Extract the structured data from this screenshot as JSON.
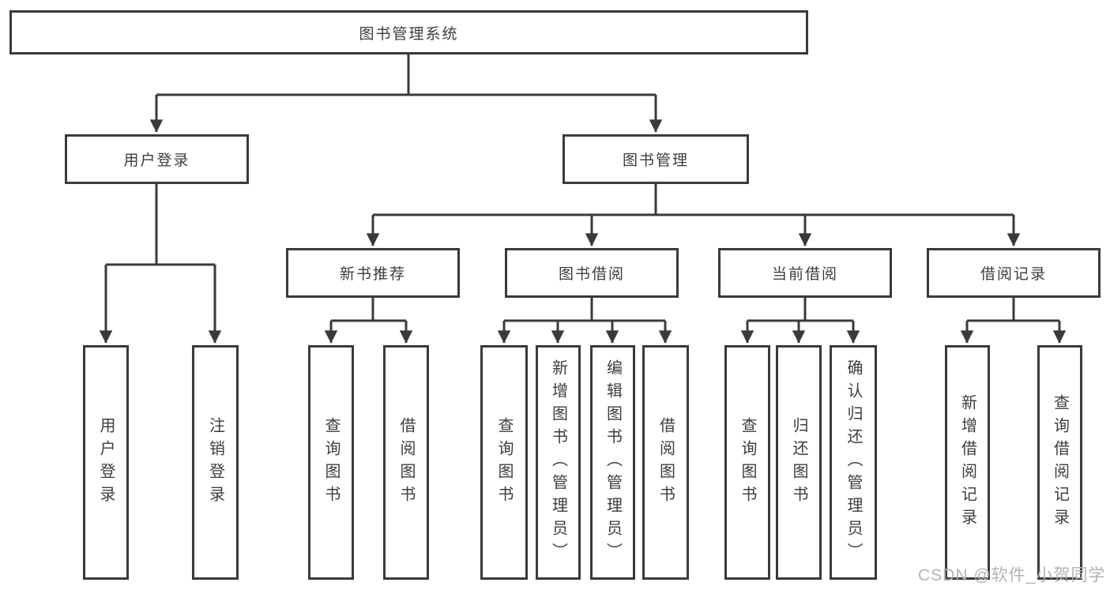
{
  "tree": {
    "root": {
      "label": "图书管理系统"
    },
    "branches": [
      {
        "label": "用户登录",
        "children": [
          {
            "label": "用户登录"
          },
          {
            "label": "注销登录"
          }
        ]
      },
      {
        "label": "图书管理",
        "children": [
          {
            "label": "新书推荐",
            "children": [
              {
                "label": "查询图书"
              },
              {
                "label": "借阅图书"
              }
            ]
          },
          {
            "label": "图书借阅",
            "children": [
              {
                "label": "查询图书"
              },
              {
                "label": "新增图书（管理员）"
              },
              {
                "label": "编辑图书（管理员）"
              },
              {
                "label": "借阅图书"
              }
            ]
          },
          {
            "label": "当前借阅",
            "children": [
              {
                "label": "查询图书"
              },
              {
                "label": "归还图书"
              },
              {
                "label": "确认归还（管理员）"
              }
            ]
          },
          {
            "label": "借阅记录",
            "children": [
              {
                "label": "新增借阅记录"
              },
              {
                "label": "查询借阅记录"
              }
            ]
          }
        ]
      }
    ]
  },
  "watermark": {
    "text": "CSDN @软件_小贺同学"
  },
  "colors": {
    "line": "#3a3a3a",
    "text": "#3d3d3d",
    "box_background": "#ffffff",
    "watermark": "#b3b3b3"
  }
}
